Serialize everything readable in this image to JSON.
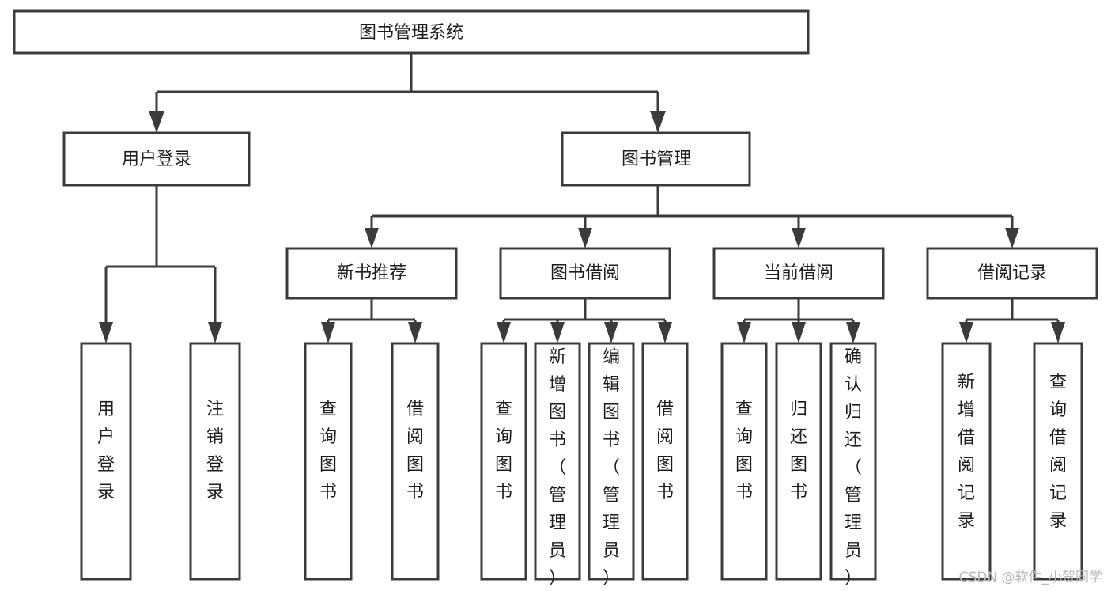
{
  "diagram": {
    "title": "图书管理系统",
    "type": "hierarchy-tree",
    "orientation": "top-down",
    "box_fill": "#ffffff",
    "box_stroke": "#3b3b3b",
    "text_color": "#1d1d1d",
    "levels": [
      {
        "level": 1,
        "nodes": [
          {
            "id": "root",
            "label": "图书管理系统",
            "orientation": "horizontal"
          }
        ]
      },
      {
        "level": 2,
        "nodes": [
          {
            "id": "user-login",
            "label": "用户登录",
            "orientation": "horizontal",
            "parent": "root"
          },
          {
            "id": "book-manage",
            "label": "图书管理",
            "orientation": "horizontal",
            "parent": "root"
          }
        ]
      },
      {
        "level": 3,
        "nodes": [
          {
            "id": "new-book-recommend",
            "label": "新书推荐",
            "orientation": "horizontal",
            "parent": "book-manage"
          },
          {
            "id": "book-borrow",
            "label": "图书借阅",
            "orientation": "horizontal",
            "parent": "book-manage"
          },
          {
            "id": "current-borrow",
            "label": "当前借阅",
            "orientation": "horizontal",
            "parent": "book-manage"
          },
          {
            "id": "borrow-record",
            "label": "借阅记录",
            "orientation": "horizontal",
            "parent": "book-manage"
          }
        ]
      },
      {
        "level": 4,
        "nodes": [
          {
            "id": "leaf-user-login",
            "label": "用户登录",
            "orientation": "vertical",
            "parent": "user-login"
          },
          {
            "id": "leaf-logout",
            "label": "注销登录",
            "orientation": "vertical",
            "parent": "user-login"
          },
          {
            "id": "leaf-query-book-1",
            "label": "查询图书",
            "orientation": "vertical",
            "parent": "new-book-recommend"
          },
          {
            "id": "leaf-borrow-book-1",
            "label": "借阅图书",
            "orientation": "vertical",
            "parent": "new-book-recommend"
          },
          {
            "id": "leaf-query-book-2",
            "label": "查询图书",
            "orientation": "vertical",
            "parent": "book-borrow"
          },
          {
            "id": "leaf-add-book",
            "label": "新增图书（管理员）",
            "orientation": "vertical",
            "parent": "book-borrow"
          },
          {
            "id": "leaf-edit-book",
            "label": "编辑图书（管理员）",
            "orientation": "vertical",
            "parent": "book-borrow"
          },
          {
            "id": "leaf-borrow-book-2",
            "label": "借阅图书",
            "orientation": "vertical",
            "parent": "book-borrow"
          },
          {
            "id": "leaf-query-book-3",
            "label": "查询图书",
            "orientation": "vertical",
            "parent": "current-borrow"
          },
          {
            "id": "leaf-return-book",
            "label": "归还图书",
            "orientation": "vertical",
            "parent": "current-borrow"
          },
          {
            "id": "leaf-confirm-return",
            "label": "确认归还（管理员）",
            "orientation": "vertical",
            "parent": "current-borrow"
          },
          {
            "id": "leaf-add-record",
            "label": "新增借阅记录",
            "orientation": "vertical",
            "parent": "borrow-record"
          },
          {
            "id": "leaf-query-record",
            "label": "查询借阅记录",
            "orientation": "vertical",
            "parent": "borrow-record"
          }
        ]
      }
    ]
  },
  "watermark": {
    "text": "CSDN @软件_小贺同学",
    "color": "#b9b9b9"
  }
}
